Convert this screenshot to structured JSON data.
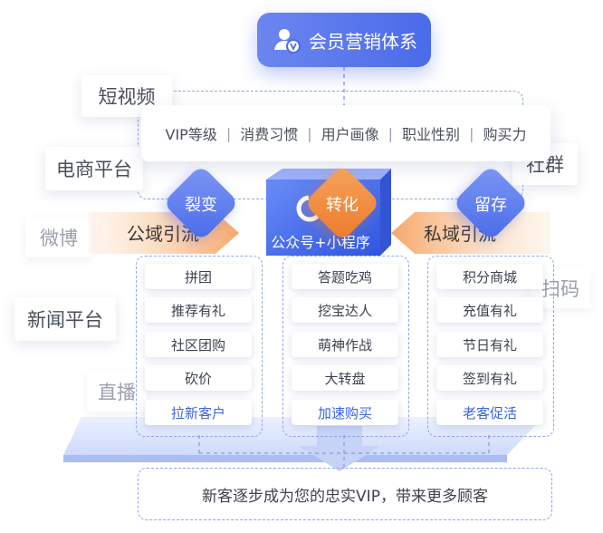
{
  "title": "会员营销体系",
  "sources": [
    {
      "id": "short-video",
      "label": "短视频"
    },
    {
      "id": "ecommerce",
      "label": "电商平台"
    },
    {
      "id": "weibo",
      "label": "微博"
    },
    {
      "id": "news",
      "label": "新闻平台"
    },
    {
      "id": "live",
      "label": "直播"
    },
    {
      "id": "community",
      "label": "社群"
    },
    {
      "id": "scan",
      "label": "扫码"
    }
  ],
  "tags": [
    "VIP等级",
    "消费习惯",
    "用户画像",
    "职业性别",
    "购买力"
  ],
  "stages": [
    {
      "label": "裂变",
      "color": "#5b7cf0"
    },
    {
      "label": "转化",
      "color": "#f08a3c"
    },
    {
      "label": "留存",
      "color": "#5b7cf0"
    }
  ],
  "center_label": "公众号+小程序",
  "bands": {
    "left": "公域引流",
    "right": "私域引流"
  },
  "columns": [
    {
      "items": [
        "拼团",
        "推荐有礼",
        "社区团购",
        "砍价",
        "拉新客户"
      ]
    },
    {
      "items": [
        "答题吃鸡",
        "挖宝达人",
        "萌神作战",
        "大转盘",
        "加速购买"
      ]
    },
    {
      "items": [
        "积分商城",
        "充值有礼",
        "节日有礼",
        "签到有礼",
        "老客促活"
      ]
    }
  ],
  "footer": "新客逐步成为您的忠实VIP，带来更多顾客",
  "colors": {
    "blue": "#4a6bea",
    "orange": "#f08a3c",
    "dash": "#8ea6e8"
  }
}
